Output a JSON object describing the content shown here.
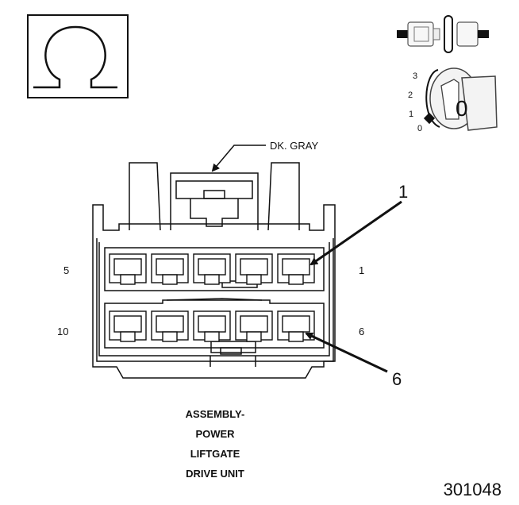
{
  "meter_symbol": "ohm-symbol-icon",
  "connector_color_label": "DK. GRAY",
  "callouts": {
    "top": "1",
    "bottom": "6"
  },
  "pin_labels": {
    "row1_left": "5",
    "row1_right": "1",
    "row2_left": "10",
    "row2_right": "6"
  },
  "ignition": {
    "positions": [
      "3",
      "2",
      "1",
      "0"
    ],
    "key_position": "0"
  },
  "caption": [
    "ASSEMBLY-",
    "POWER",
    "LIFTGATE",
    "DRIVE UNIT"
  ],
  "figure_number": "301048"
}
